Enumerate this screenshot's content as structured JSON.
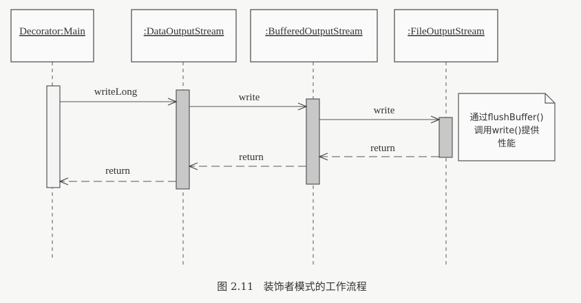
{
  "participants": [
    {
      "label": "Decorator:Main"
    },
    {
      "label": ":DataOutputStream"
    },
    {
      "label": ":BufferedOutputStream"
    },
    {
      "label": ":FileOutputStream"
    }
  ],
  "messages": [
    {
      "label": "writeLong"
    },
    {
      "label": "write"
    },
    {
      "label": "write"
    },
    {
      "label": "return"
    },
    {
      "label": "return"
    },
    {
      "label": "return"
    }
  ],
  "note": {
    "lines": [
      "通过flushBuffer()",
      "调用write()提供",
      "性能"
    ]
  },
  "caption": "图 2.11   装饰者模式的工作流程"
}
